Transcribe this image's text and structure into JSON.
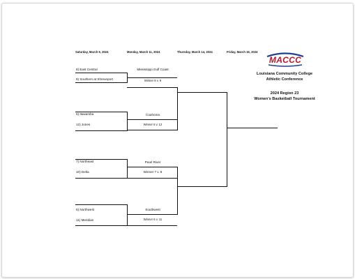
{
  "dates": {
    "d1": "Saturday, March 9, 2024",
    "d2": "Monday, March 11, 2024",
    "d3": "Thursday, March 14, 2024",
    "d4": "Friday, March 15, 2024"
  },
  "teams": {
    "t1": "8) East Central",
    "t2": "9) Southern at Shreveport",
    "t3": "5) Itawamba",
    "t4": "12) Jones",
    "t5": "7) Northeast",
    "t6": "10) Delta",
    "t7": "6) Northwest",
    "t8": "11) Meridian"
  },
  "round2": {
    "r1_top": "Mississippi Gulf Coast",
    "r1_bot": "Winner 8 v. 9",
    "r2_top": "Coahoma",
    "r2_bot": "Winner 5 v. 12",
    "r3_top": "Pearl River",
    "r3_bot": "Winner 7 v. 8",
    "r4_top": "Southwest",
    "r4_bot": "Winner 6 v. 11"
  },
  "header": {
    "logo_text": "MACCC",
    "org_line1": "Louisiana Community College",
    "org_line2": "Athletic Conference",
    "event_line1": "2024 Region 23",
    "event_line2": "Women's Basketball Tournament"
  },
  "colors": {
    "logo_red": "#b7182c",
    "logo_blue": "#1f3f8f"
  }
}
